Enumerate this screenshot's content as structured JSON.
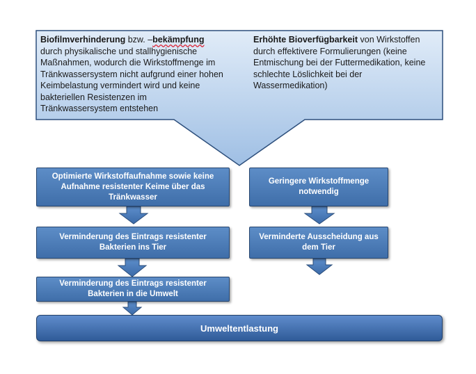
{
  "top_left": {
    "bold": "Biofilmverhinderung",
    "mid": " bzw. –",
    "underlined": "bekämpfung",
    "rest": " durch physikalische und stallhygienische Maßnahmen, wodurch die Wirkstoffmenge im Tränkwassersystem nicht aufgrund einer hohen Keimbelastung vermindert wird und keine bakteriellen Resistenzen im Tränkwassersystem entstehen"
  },
  "top_right": {
    "bold": "Erhöhte Bioverfügbarkeit",
    "rest": " von Wirkstoffen durch effektivere Formulierungen (keine Entmischung bei der Futtermedikation, keine schlechte Löslichkeit bei der Wassermedikation)"
  },
  "left_boxes": [
    "Optimierte Wirkstoffaufnahme sowie keine Aufnahme resistenter Keime über das Tränkwasser",
    "Verminderung des Eintrags resistenter Bakterien ins Tier",
    "Verminderung des Eintrags resistenter Bakterien in die Umwelt"
  ],
  "right_boxes": [
    "Geringere Wirkstoffmenge notwendig",
    "Verminderte Ausscheidung aus dem Tier"
  ],
  "bottom_bar": "Umweltentlastung",
  "colors": {
    "top_fill_light": "#d7e6f6",
    "top_fill_dark": "#9cbde3",
    "top_border": "#2d4f7c",
    "box_fill": "#4f7fbd",
    "arrow_fill": "#4a7bbd"
  }
}
